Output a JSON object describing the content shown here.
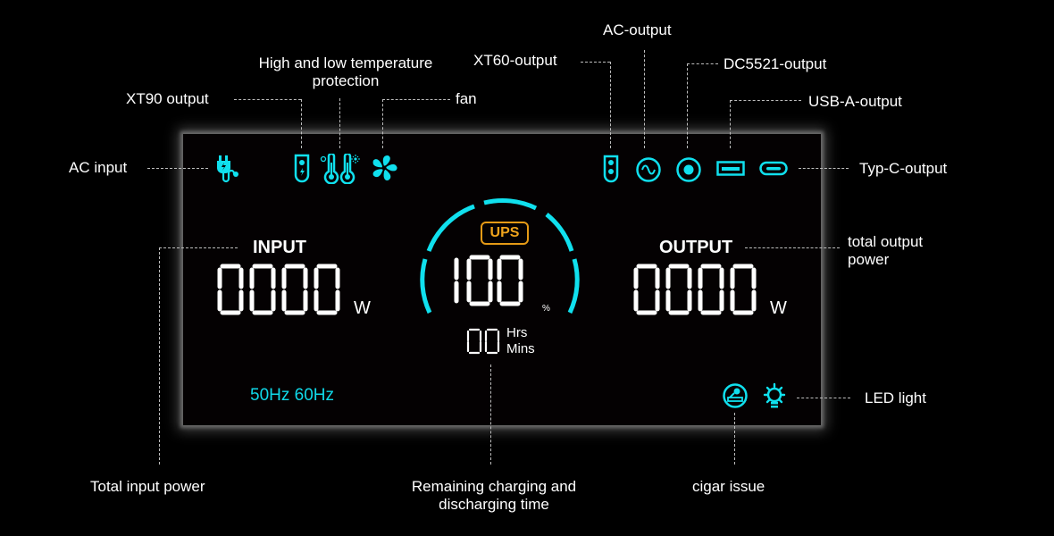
{
  "callouts": {
    "ac_input": "AC input",
    "xt90_output": "XT90 output",
    "temp_protection_line1": "High and low temperature",
    "temp_protection_line2": "protection",
    "fan": "fan",
    "xt60_output": "XT60-output",
    "ac_output": "AC-output",
    "dc5521_output": "DC5521-output",
    "usb_a_output": "USB-A-output",
    "typ_c_output": "Typ-C-output",
    "total_output_power_line1": "total output",
    "total_output_power_line2": "power",
    "led_light": "LED light",
    "total_input_power": "Total input power",
    "remaining_time_line1": "Remaining charging and",
    "remaining_time_line2": "discharging time",
    "cigar_issue": "cigar issue"
  },
  "display": {
    "input_label": "INPUT",
    "input_value": "0000",
    "input_unit": "W",
    "output_label": "OUTPUT",
    "output_value": "0000",
    "output_unit": "W",
    "ups_badge": "UPS",
    "battery_percent": "100",
    "percent_unit": "%",
    "time_value": "00",
    "time_unit_hrs": "Hrs",
    "time_unit_mins": "Mins",
    "frequency": "50Hz 60Hz"
  },
  "icons": [
    "ac-plug-icon",
    "xt90-port-icon",
    "thermometer-low-icon",
    "thermometer-high-icon",
    "fan-icon",
    "xt60-port-icon",
    "ac-sine-icon",
    "dc5521-port-icon",
    "usb-a-port-icon",
    "usb-c-port-icon",
    "cigar-lighter-icon",
    "led-bulb-icon"
  ],
  "colors": {
    "lcd_cyan": "#10e0ee",
    "ups_orange": "#f0a41c",
    "digits": "#ffffff",
    "background": "#000000"
  }
}
